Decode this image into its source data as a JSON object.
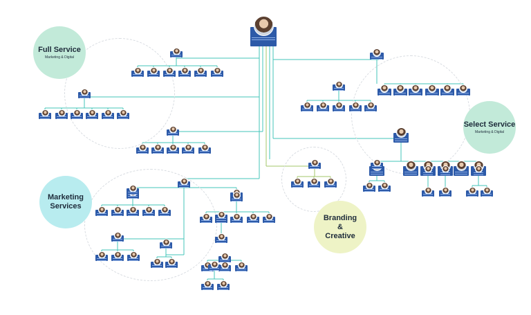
{
  "groups": [
    {
      "title": "Full Service",
      "subtitle": "Marketing & Digital",
      "color": "#c2ead9"
    },
    {
      "title": "Select Service",
      "subtitle": "Marketing & Digital",
      "color": "#c2ead9"
    },
    {
      "title": "Marketing Services",
      "color": "#b8ecef"
    },
    {
      "title": "Branding & Creative",
      "color": "#eef3c6"
    }
  ],
  "colors": {
    "card": "#2d5aa8",
    "line": "#43c4b8",
    "line_alt": "#a3c76a",
    "ring": "#d7dbe0"
  }
}
